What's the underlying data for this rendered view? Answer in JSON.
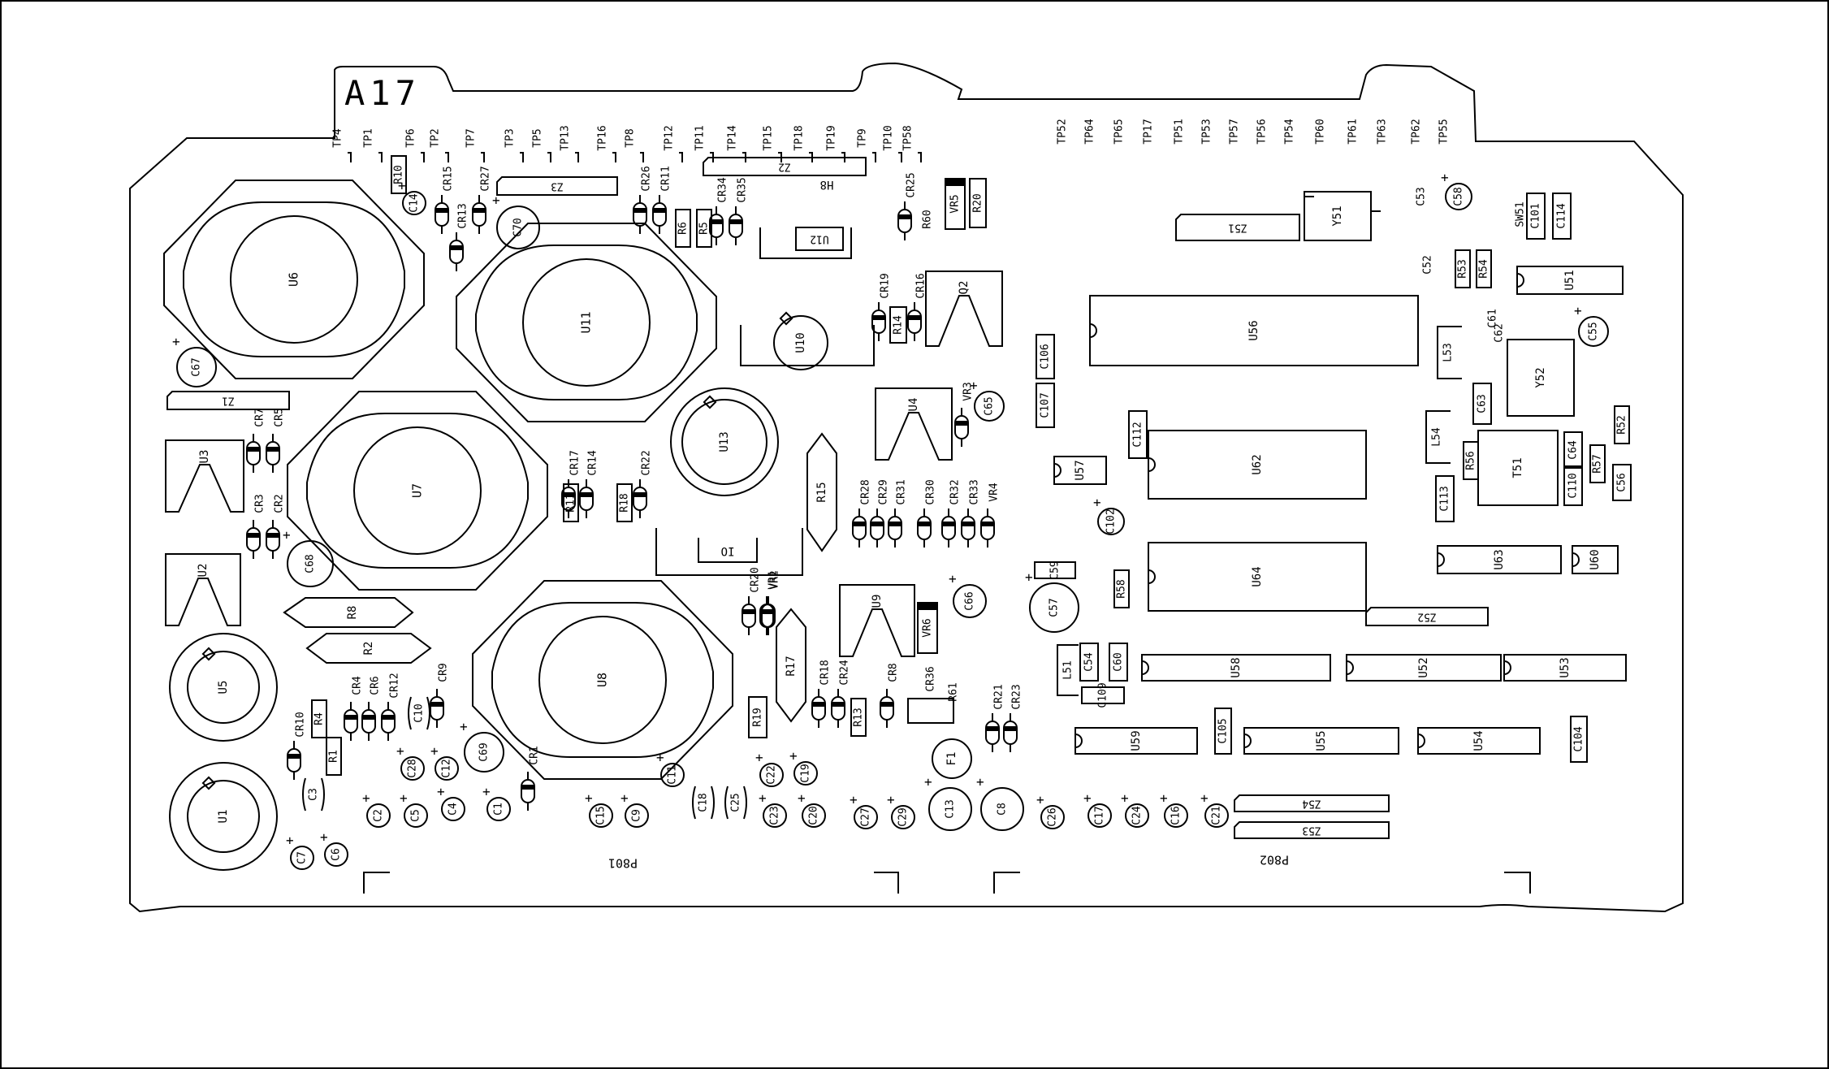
{
  "board": {
    "title": "A17",
    "connector_labels": [
      "P801",
      "P802"
    ],
    "line_color": "#000000",
    "background": "#ffffff"
  },
  "components": {
    "regulators": [
      "U6",
      "U11",
      "U7",
      "U8"
    ],
    "round_cans": [
      "U5",
      "U1",
      "U10",
      "U13"
    ],
    "ics": [
      "U56",
      "U62",
      "U64",
      "U58",
      "U52",
      "U53",
      "U59",
      "U55",
      "U54",
      "U51",
      "U63",
      "U60",
      "U57",
      "Y51",
      "Y52",
      "T51"
    ],
    "transistors": [
      "U3",
      "U2",
      "U4",
      "U9",
      "Q2"
    ],
    "diodes": [
      "CR15",
      "CR13",
      "CR27",
      "CR26",
      "CR11",
      "CR34",
      "CR35",
      "CR25",
      "CR19",
      "CR16",
      "CR7",
      "CR5",
      "CR3",
      "CR2",
      "CR17",
      "CR14",
      "CR22",
      "CR28",
      "CR29",
      "CR31",
      "CR30",
      "CR32",
      "CR33",
      "VR4",
      "VR3",
      "CR20",
      "VR2",
      "VR1",
      "CR18",
      "CR8",
      "CR24",
      "CR21",
      "CR23",
      "CR4",
      "CR6",
      "CR12",
      "CR9",
      "CR10",
      "CR1"
    ],
    "resistors": [
      "R10",
      "R5",
      "R6",
      "R20",
      "R14",
      "R11",
      "R18",
      "R15",
      "R8",
      "R2",
      "R4",
      "R1",
      "R19",
      "R17",
      "R13",
      "R58",
      "R53",
      "R54",
      "R52",
      "R56",
      "R57",
      "R60",
      "R61",
      "VR5",
      "VR6"
    ],
    "capacitors": [
      "C14",
      "C70",
      "C67",
      "C68",
      "C69",
      "C65",
      "C66",
      "C57",
      "C102",
      "C58",
      "C55",
      "C2",
      "C5",
      "C4",
      "C1",
      "C28",
      "C12",
      "C15",
      "C9",
      "C11",
      "C22",
      "C19",
      "C23",
      "C20",
      "C27",
      "C29",
      "C13",
      "C8",
      "C26",
      "C17",
      "C24",
      "C16",
      "C21",
      "C7",
      "C6",
      "C3",
      "C10",
      "C18",
      "C25"
    ],
    "rect_caps": [
      "C106",
      "C107",
      "C112",
      "C59",
      "C54",
      "C60",
      "C109",
      "C105",
      "C104",
      "C101",
      "C114",
      "C63",
      "C64",
      "C110",
      "C56",
      "C113",
      "C62",
      "C61",
      "C53",
      "C52"
    ],
    "inductors": [
      "L51",
      "L53",
      "L54"
    ],
    "misc": [
      "Z1",
      "Z2",
      "Z3",
      "Z51",
      "Z52",
      "Z53",
      "Z54",
      "U12",
      "H8",
      "IO",
      "F1",
      "CR36",
      "SW51"
    ]
  },
  "test_points": {
    "left": [
      "TP4",
      "TP1",
      "TP6",
      "TP2",
      "TP7",
      "TP3",
      "TP5",
      "TP13",
      "TP16",
      "TP8",
      "TP12",
      "TP11",
      "TP14",
      "TP15",
      "TP18",
      "TP19",
      "TP9",
      "TP10",
      "TP58"
    ],
    "right": [
      "TP52",
      "TP64",
      "TP65",
      "TP17",
      "TP51",
      "TP53",
      "TP57",
      "TP56",
      "TP54",
      "TP60",
      "TP61",
      "TP63",
      "TP62",
      "TP55"
    ]
  }
}
